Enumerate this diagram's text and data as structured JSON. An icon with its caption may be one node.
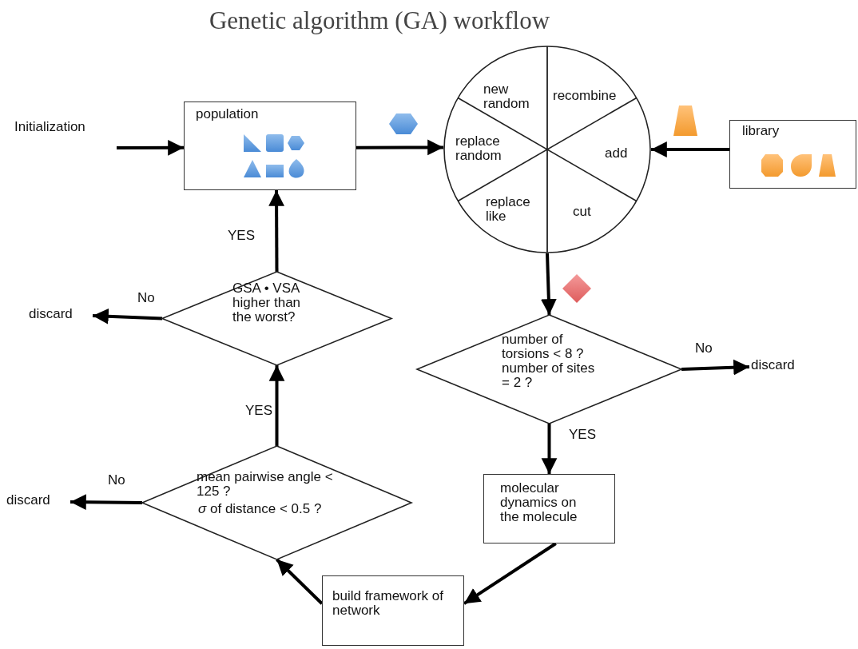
{
  "diagram": {
    "title": "Genetic algorithm (GA) workflow",
    "nodes": [
      {
        "text": [
          "Initialization"
        ]
      },
      {
        "text": [
          "population"
        ]
      },
      {
        "text": [
          "new random",
          "recombine",
          "replace random",
          "add",
          "replace like",
          "cut"
        ]
      },
      {
        "text": [
          "library"
        ]
      },
      {
        "text": [
          "number of torsions < 8 ?",
          "number of sites = 2 ?"
        ]
      },
      {
        "text": [
          "discard"
        ]
      },
      {
        "text": [
          "molecular dynamics on the molecule"
        ]
      },
      {
        "text": [
          "build framework of network"
        ]
      },
      {
        "text": [
          "mean pairwise angle < 125 ?",
          "*σ* of distance < 0.5 ?"
        ]
      },
      {
        "text": [
          "discard"
        ]
      },
      {
        "text": [
          "GSA • VSA higher than the worst?"
        ]
      },
      {
        "text": [
          "discard"
        ]
      }
    ],
    "edges": [
      {
        "from": 0,
        "to": 1,
        "arrow": "to"
      },
      {
        "from": 1,
        "to": 2,
        "arrow": "to"
      },
      {
        "from": 3,
        "to": 2,
        "arrow": "to"
      },
      {
        "from": 2,
        "to": 4,
        "arrow": "to"
      },
      {
        "from": 4,
        "to": 5,
        "arrow": "to",
        "label": "No"
      },
      {
        "from": 4,
        "to": 6,
        "arrow": "to",
        "label": "YES"
      },
      {
        "from": 6,
        "to": 7,
        "arrow": "to"
      },
      {
        "from": 7,
        "to": 8,
        "arrow": "to"
      },
      {
        "from": 8,
        "to": 9,
        "arrow": "to",
        "label": "No"
      },
      {
        "from": 8,
        "to": 10,
        "arrow": "to",
        "label": "YES"
      },
      {
        "from": 10,
        "to": 11,
        "arrow": "to",
        "label": "No"
      },
      {
        "from": 10,
        "to": 1,
        "arrow": "to",
        "label": "YES"
      }
    ]
  }
}
